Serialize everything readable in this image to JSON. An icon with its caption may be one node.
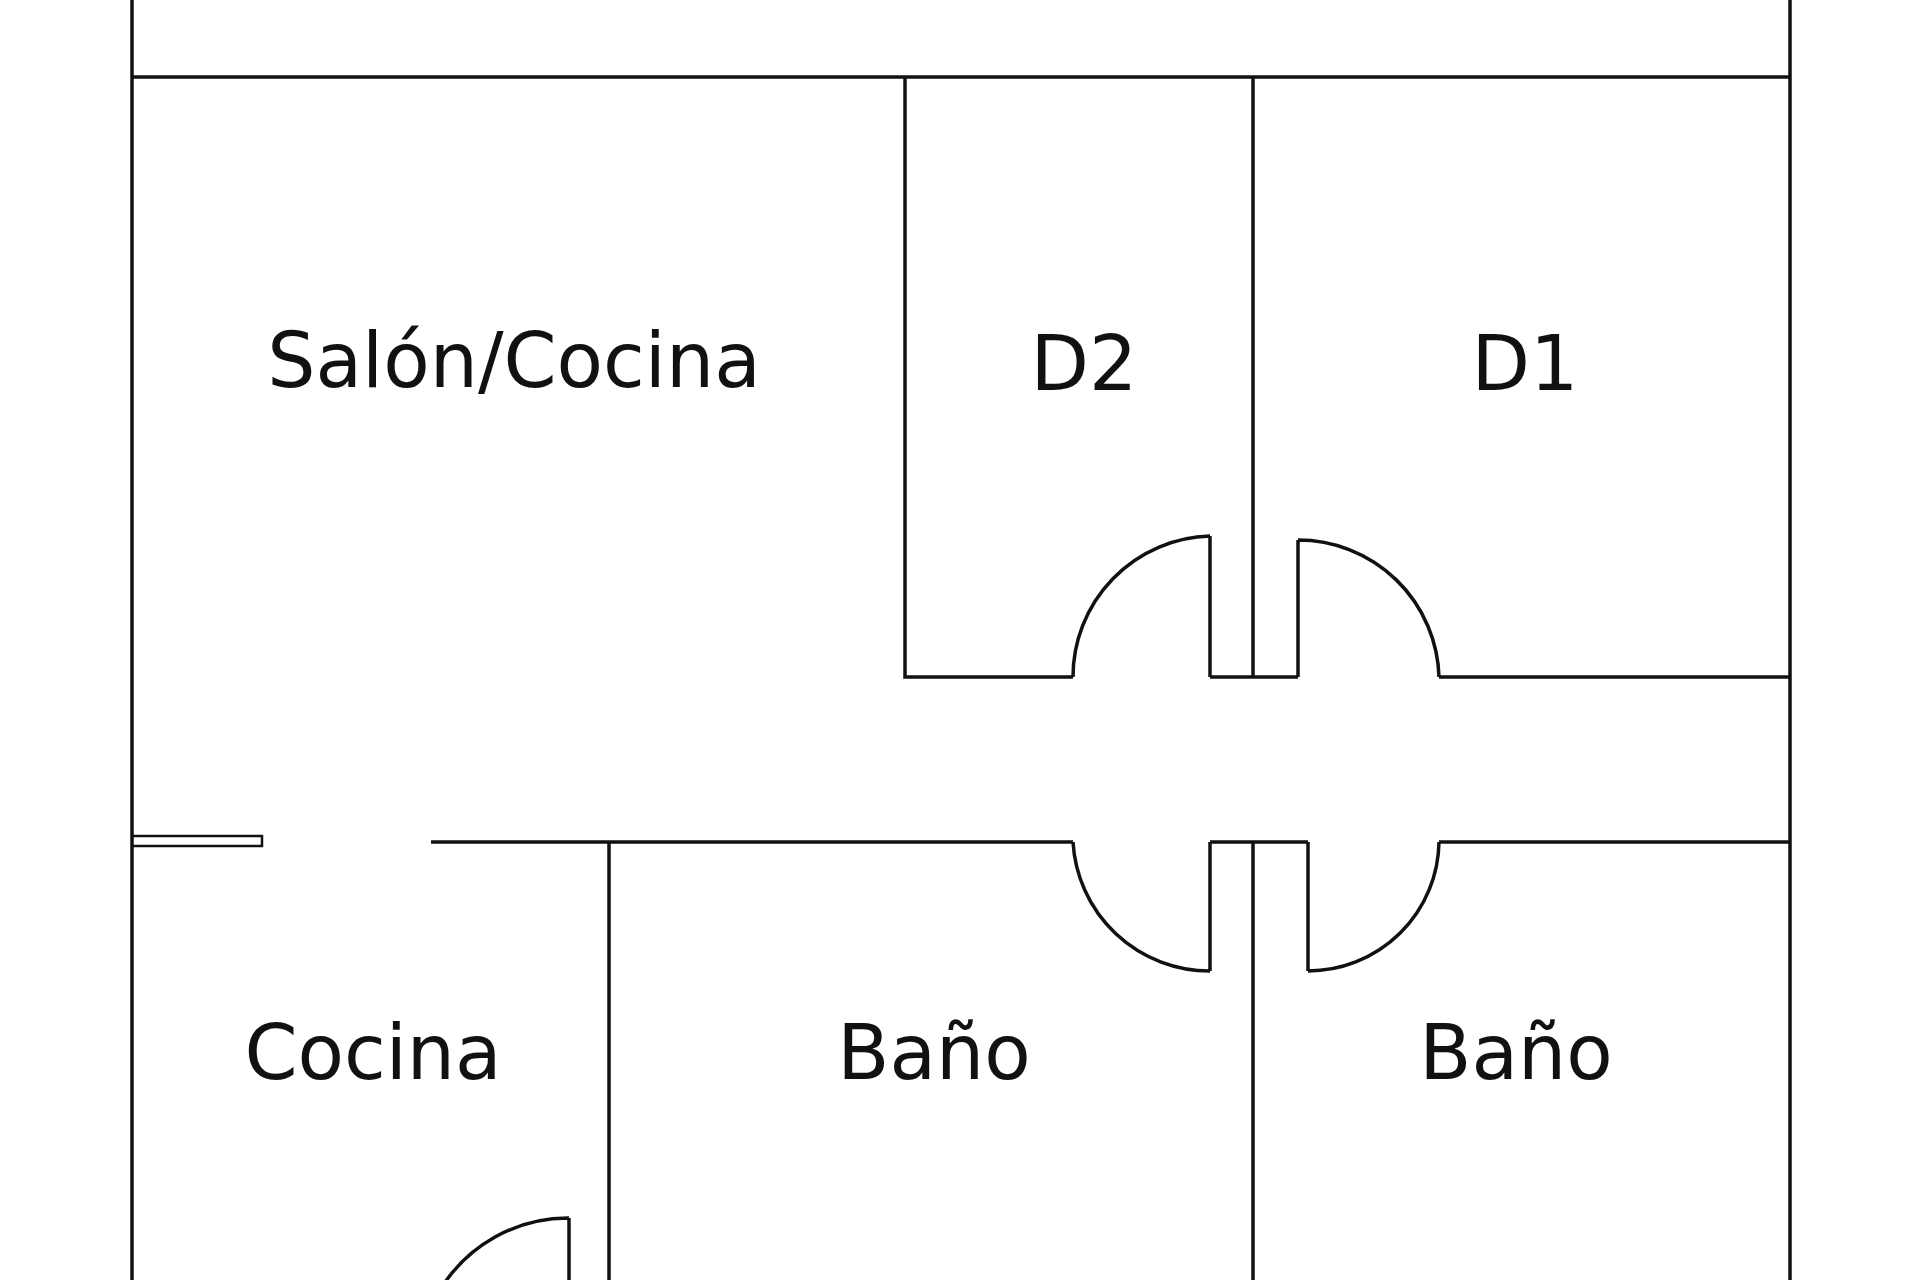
{
  "diagram": {
    "labels": [
      "Salón/Cocina",
      "D2",
      "D1",
      "Cocina",
      "Baño",
      "Baño"
    ]
  }
}
